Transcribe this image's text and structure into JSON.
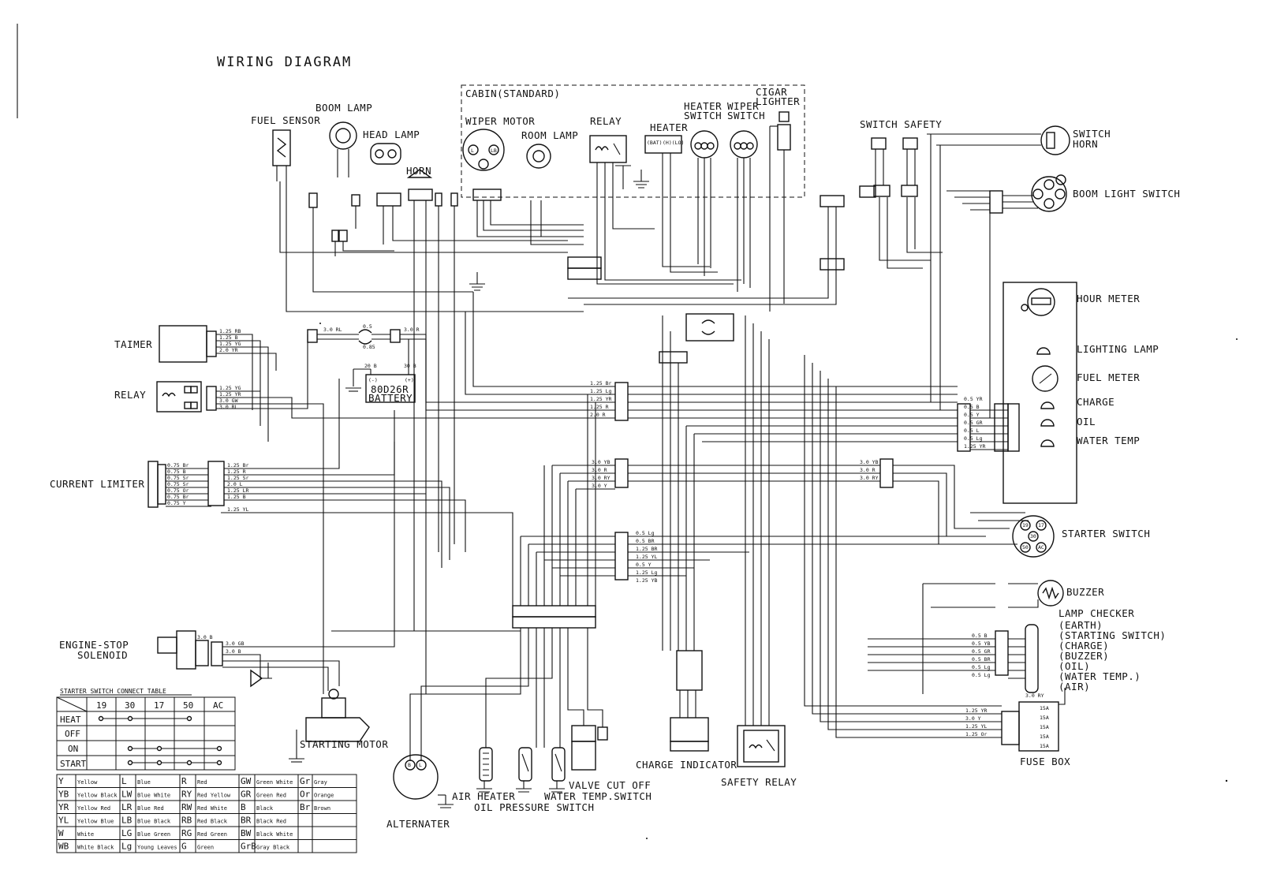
{
  "title": "WIRING DIAGRAM",
  "cabin_label": "CABIN(STANDARD)",
  "components": {
    "fuel_sensor": "FUEL SENSOR",
    "boom_lamp": "BOOM LAMP",
    "head_lamp": "HEAD LAMP",
    "horn": "HORN",
    "wiper_motor": "WIPER MOTOR",
    "room_lamp": "ROOM LAMP",
    "cabin_relay": "RELAY",
    "heater": "HEATER",
    "heater_switch_1": "HEATER",
    "heater_switch_2": "SWITCH",
    "wiper_switch_1": "WIPER",
    "wiper_switch_2": "SWITCH",
    "cigar_lighter_1": "CIGAR",
    "cigar_lighter_2": "LIGHTER",
    "switch_safety": "SWITCH SAFETY",
    "switch_horn_1": "SWITCH",
    "switch_horn_2": "HORN",
    "boom_light_switch": "BOOM LIGHT SWITCH",
    "hour_meter": "HOUR METER",
    "lighting_lamp": "LIGHTING LAMP",
    "fuel_meter": "FUEL METER",
    "charge": "CHARGE",
    "oil": "OIL",
    "water_temp": "WATER TEMP",
    "taimer": "TAIMER",
    "relay": "RELAY",
    "battery": "BATTERY",
    "battery_model": "80D26R",
    "current_limiter": "CURRENT LIMITER",
    "starter_switch": "STARTER SWITCH",
    "buzzer": "BUZZER",
    "lamp_checker": "LAMP CHECKER",
    "engine_stop_1": "ENGINE-STOP",
    "engine_stop_2": "SOLENOID",
    "starting_motor": "STARTING MOTOR",
    "alternater": "ALTERNATER",
    "air_heater": "AIR HEATER",
    "oil_pressure_switch": "OIL PRESSURE SWITCH",
    "valve_cut_off": "VALVE CUT OFF",
    "water_temp_switch": "WATER TEMP.SWITCH",
    "charge_indicator": "CHARGE INDICATOR",
    "safety_relay": "SAFETY RELAY",
    "fuse_box": "FUSE BOX"
  },
  "lamp_checker_items": [
    "(EARTH)",
    "(STARTING SWITCH)",
    "(CHARGE)",
    "(BUZZER)",
    "(OIL)",
    "(WATER TEMP.)",
    "(AIR)"
  ],
  "starter_table": {
    "title": "STARTER SWITCH CONNECT TABLE",
    "columns": [
      "19",
      "30",
      "17",
      "50",
      "AC"
    ],
    "rows": [
      "HEAT",
      "OFF",
      "ON",
      "START"
    ]
  },
  "color_codes": [
    [
      "Y",
      "Yellow",
      "L",
      "Blue",
      "R",
      "Red",
      "GW",
      "Green White",
      "Gr",
      "Gray"
    ],
    [
      "YB",
      "Yellow Black",
      "LW",
      "Blue White",
      "RY",
      "Red Yellow",
      "GR",
      "Green Red",
      "Or",
      "Orange"
    ],
    [
      "YR",
      "Yellow Red",
      "LR",
      "Blue Red",
      "RW",
      "Red White",
      "B",
      "Black",
      "Br",
      "Brown"
    ],
    [
      "YL",
      "Yellow Blue",
      "LB",
      "Blue Black",
      "RB",
      "Red Black",
      "BR",
      "Black Red",
      "",
      ""
    ],
    [
      "W",
      "White",
      "LG",
      "Blue Green",
      "RG",
      "Red Green",
      "BW",
      "Black White",
      "",
      ""
    ],
    [
      "WB",
      "White Black",
      "Lg",
      "Young Leaves",
      "G",
      "Green",
      "GrB",
      "Gray Black",
      "",
      ""
    ]
  ],
  "wire_labels": {
    "limiter_in": [
      "0.75 Br",
      "0.75 B",
      "0.75 Sr",
      "0.75 Sr",
      "0.75 Or",
      "0.75 Br",
      "0.75 Y"
    ],
    "limiter_out": [
      "1.25 Br",
      "1.25 R",
      "1.25 Sr",
      "2.0 L",
      "1.25 LR",
      "1.25 B",
      "1.25 YL"
    ],
    "taimer": [
      "1.25 RB",
      "1.25 B",
      "1.25 YG",
      "2.0 YR"
    ],
    "relay": [
      "1.25 YG",
      "1.25 YR",
      "3.0 GW",
      "3.0 RL"
    ],
    "battery": [
      "3.0 RL",
      "3.0 R",
      "0.5",
      "0.85",
      "20 B",
      "30 B"
    ],
    "main_harness": [
      "1.25 Br",
      "1.25 Lg",
      "1.25 YR",
      "1.25 R",
      "2.0 R"
    ],
    "mid_harness": [
      "3.0 YB",
      "3.0 R",
      "3.0 RY",
      "3.0 Y"
    ],
    "lower_harness": [
      "0.5 Lg",
      "0.5 BR",
      "1.25 BR",
      "1.25 YL",
      "0.5 Y",
      "1.25 Lg",
      "1.25 YB"
    ],
    "meter_harness": [
      "0.5 YR",
      "0.5 B",
      "0.5 Y",
      "0.5 GR",
      "0.5 L",
      "0.5 Lg",
      "1.25 YR"
    ],
    "lamp_checker": [
      "0.5 B",
      "0.5 YB",
      "0.5 GR",
      "0.5 BR",
      "0.5 Lg",
      "0.5 Lg"
    ],
    "fuse_box": [
      "1.25 YR",
      "3.0 Y",
      "1.25 YL",
      "1.25 Or",
      "3.0 RY"
    ],
    "starter": [
      "3.0 YB",
      "3.0 R",
      "3.0 RY"
    ],
    "engine_stop": [
      "3.0 B",
      "3.0 GB",
      "3.0 B"
    ],
    "fuses": [
      "15A",
      "15A",
      "15A",
      "15A",
      "15A"
    ]
  }
}
